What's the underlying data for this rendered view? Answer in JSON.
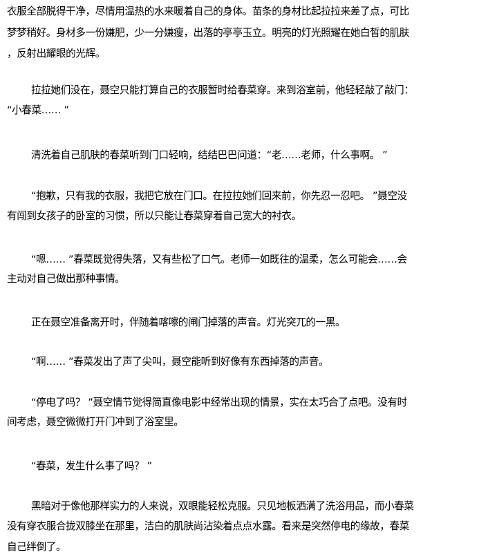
{
  "paragraphs": [
    {
      "lines": [
        "衣服全部脱得干净，尽情用温热的水来暖着自己的身体。苗条的身材比起拉拉来差了点，可比",
        "梦梦稍好。身材多一份嫌肥，少一分嫌瘦，出落的亭亭玉立。明亮的灯光照耀在她白皙的肌肤",
        "，反射出耀眼的光辉。"
      ]
    },
    {
      "lines": [
        "拉拉她们没在，聂空只能打算自己的衣服暂时给春菜穿。来到浴室前，他轻轻敲了敲门：",
        "“小春菜…… ”"
      ]
    },
    {
      "lines": [
        "清洗着自己肌肤的春菜听到门口轻响，结结巴巴问道：“老……老师，什么事啊。 ”"
      ]
    },
    {
      "lines": [
        "“抱歉，只有我的衣服，我把它放在门口。在拉拉她们回来前，你先忍一忍吧。 ”聂空没",
        "有闯到女孩子的卧室的习惯，所以只能让春菜穿着自己宽大的衬衣。"
      ]
    },
    {
      "lines": [
        "“嗯…… ”春菜既觉得失落，又有些松了口气。老师一如既往的温柔，怎么可能会……会",
        "主动对自己做出那种事情。"
      ]
    },
    {
      "lines": [
        "正在聂空准备离开时，伴随着喀嚓的闸门掉落的声音。灯光突兀的一黑。"
      ]
    },
    {
      "lines": [
        "“啊…… ”春菜发出了声了尖叫，聂空能听到好像有东西掉落的声音。"
      ]
    },
    {
      "lines": [
        "“停电了吗？ ”聂空情节觉得简直像电影中经常出现的情景，实在太巧合了点吧。没有时",
        "间考虑，聂空微微打开门冲到了浴室里。"
      ]
    },
    {
      "lines": [
        "“春菜，发生什么事了吗？ ”"
      ]
    },
    {
      "lines": [
        "黑暗对于像他那样实力的人来说，双眼能轻松克服。只见地板洒满了洗浴用品，而小春菜",
        "没有穿衣服合拢双膝坐在那里，洁白的肌肤尚沾染着点点水露。看来是突然停电的缘故，春菜",
        "自己绊倒了。"
      ]
    }
  ]
}
